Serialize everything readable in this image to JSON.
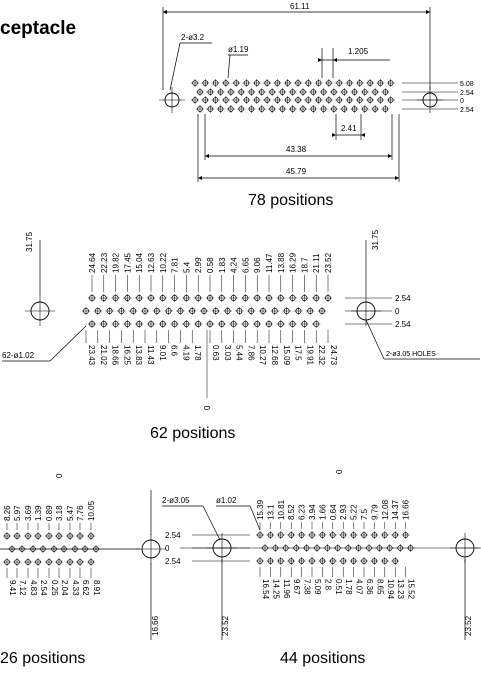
{
  "title": "ceptacle",
  "pos78": {
    "caption": "78 positions",
    "dims": {
      "overall": "61.11",
      "width_43": "43.38",
      "width_45": "45.79",
      "pitch_2_41": "2.41",
      "pitch_1_205": "1.205",
      "hole_label": "2-ø3.2",
      "pin_dia": "ø1.19"
    },
    "rows": [
      "5.08",
      "2.54",
      "0",
      "2.54"
    ]
  },
  "pos62": {
    "caption": "62 positions",
    "top_labels": [
      "24.64",
      "22.23",
      "19.82",
      "17.45",
      "15.04",
      "12.63",
      "10.22",
      "7.81",
      "5.4",
      "2.99",
      "0.58",
      "1.83",
      "4.24",
      "6.65",
      "9.06",
      "11.47",
      "13.88",
      "16.29",
      "18.7",
      "21.11",
      "23.52"
    ],
    "bottom_left": [
      "23.43",
      "21.02",
      "18.66",
      "16.25",
      "13.83",
      "11.43",
      "9.01",
      "6.6",
      "4.19",
      "1.78"
    ],
    "bottom_right": [
      "0.63",
      "3.03",
      "5.44",
      "7.86",
      "10.27",
      "12.68",
      "15.09",
      "17.5",
      "19.91",
      "22.32",
      "24.73"
    ],
    "side_left": "31.75",
    "side_right": "31.75",
    "rows": [
      "2.54",
      "0",
      "2.54"
    ],
    "pin_label": "62-ø1.02",
    "hole_label": "2-ø3.05 HOLES",
    "zero": "0"
  },
  "pos26": {
    "caption": "26 positions",
    "top_labels": [
      "8.26",
      "5.97",
      "3.69",
      "1.39",
      "0.89",
      "3.18",
      "5.47",
      "7.76",
      "10.05"
    ],
    "zero": "0",
    "bottom_labels": [
      "9.41",
      "7.12",
      "4.83",
      "2.54",
      "0.25",
      "2.04",
      "4.33",
      "6.62",
      "8.91"
    ],
    "side_right": "16.66"
  },
  "pos44": {
    "caption": "44 positions",
    "hole_label": "2-ø3.05",
    "pin_label": "ø1.02",
    "rows": [
      "2.54",
      "0",
      "2.54"
    ],
    "top_labels": [
      "15.39",
      "13.1",
      "10.81",
      "8.52",
      "6.23",
      "3.94",
      "1.66",
      "0.64",
      "2.93",
      "5.22",
      "7.5",
      "9.79",
      "12.08",
      "14.37",
      "16.66"
    ],
    "zero": "0",
    "bottom_labels": [
      "16.54",
      "14.25",
      "11.96",
      "9.67",
      "7.38",
      "5.09",
      "2.8",
      "0.51",
      "1.78",
      "4.07",
      "6.36",
      "8.65",
      "10.94",
      "13.23",
      "15.52"
    ],
    "side_left": "23.52",
    "side_right": "23.52"
  }
}
